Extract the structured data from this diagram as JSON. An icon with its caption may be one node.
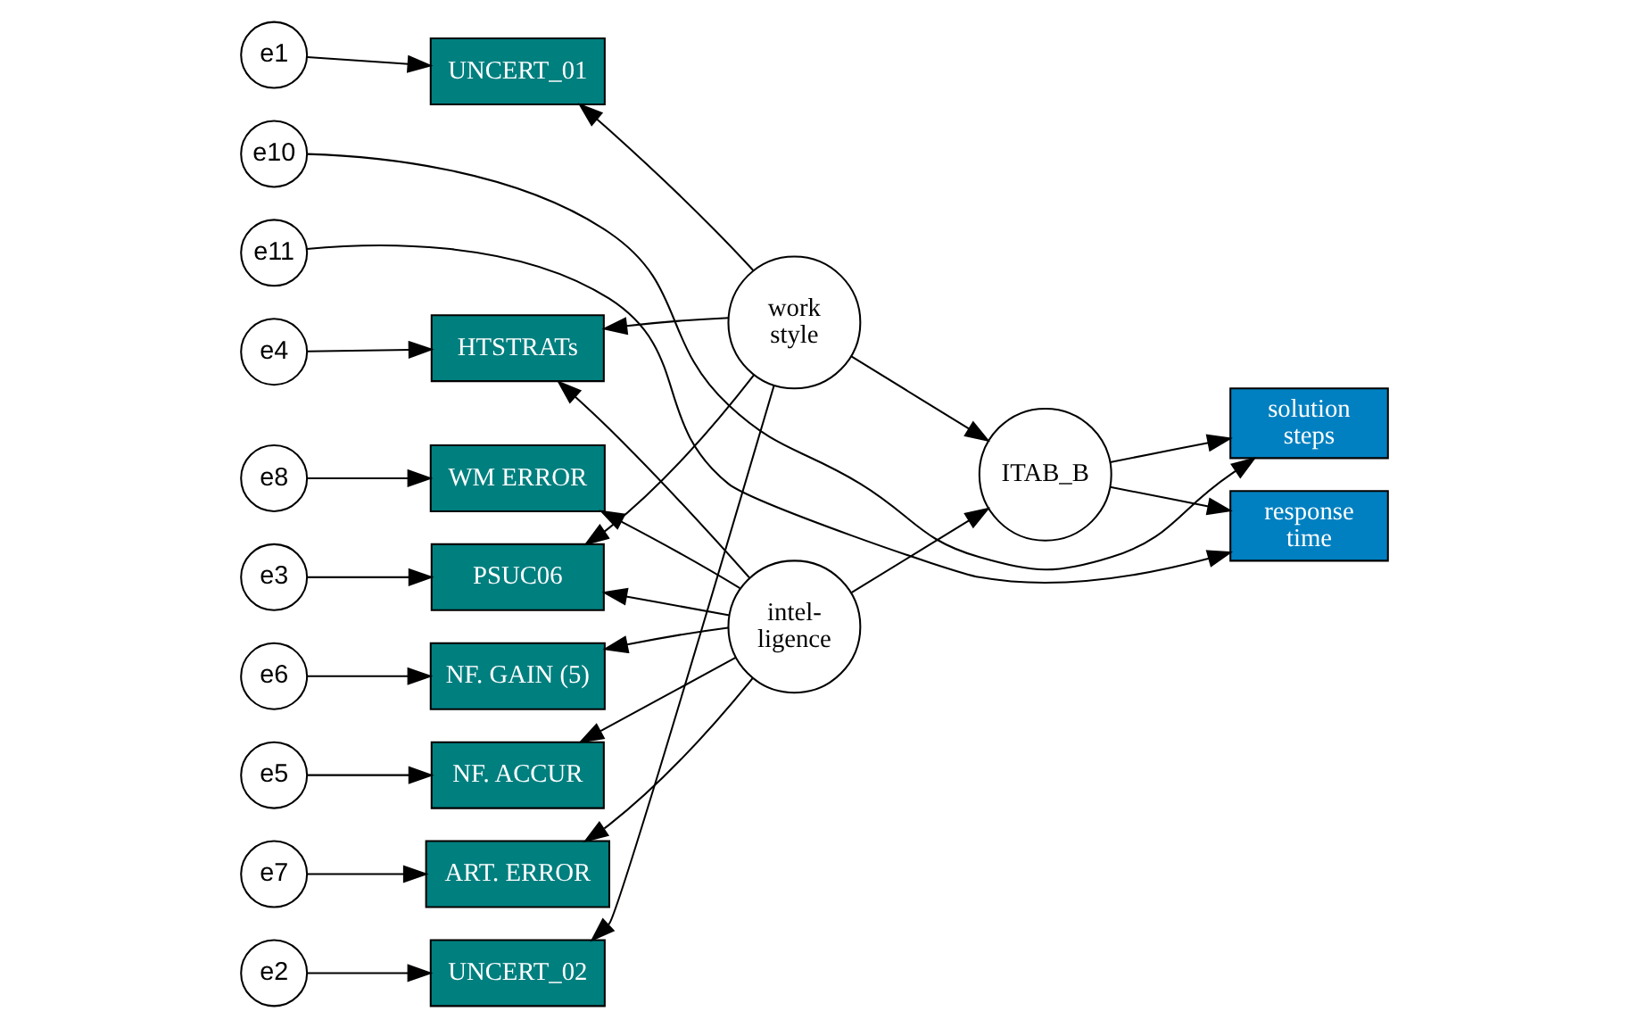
{
  "diagram": {
    "nodes": [
      {
        "text": [
          "e1"
        ]
      },
      {
        "text": [
          "e2"
        ]
      },
      {
        "text": [
          "e3"
        ]
      },
      {
        "text": [
          "e4"
        ]
      },
      {
        "text": [
          "e5"
        ]
      },
      {
        "text": [
          "e6"
        ]
      },
      {
        "text": [
          "e7"
        ]
      },
      {
        "text": [
          "e8"
        ]
      },
      {
        "text": [
          "UNCERT_01"
        ]
      },
      {
        "text": [
          "UNCERT_02"
        ]
      },
      {
        "text": [
          "PSUC06"
        ]
      },
      {
        "text": [
          "HTSTRATs"
        ]
      },
      {
        "text": [
          "NF. ACCUR"
        ]
      },
      {
        "text": [
          "NF. GAIN (5)"
        ]
      },
      {
        "text": [
          "ART. ERROR"
        ]
      },
      {
        "text": [
          "WM ERROR"
        ]
      },
      {
        "text": [
          "work style"
        ]
      },
      {
        "text": [
          "intel- ligence"
        ]
      },
      {
        "text": [
          "ITAB_B"
        ]
      },
      {
        "text": [
          "solution steps"
        ]
      },
      {
        "text": [
          "response time"
        ]
      },
      {
        "text": [
          "e10"
        ]
      },
      {
        "text": [
          "e11"
        ]
      }
    ],
    "edges": [
      {
        "from": 0,
        "to": 8,
        "arrow": "to"
      },
      {
        "from": 1,
        "to": 9,
        "arrow": "to"
      },
      {
        "from": 2,
        "to": 10,
        "arrow": "to"
      },
      {
        "from": 3,
        "to": 11,
        "arrow": "to"
      },
      {
        "from": 4,
        "to": 12,
        "arrow": "to"
      },
      {
        "from": 5,
        "to": 13,
        "arrow": "to"
      },
      {
        "from": 6,
        "to": 14,
        "arrow": "to"
      },
      {
        "from": 7,
        "to": 15,
        "arrow": "to"
      },
      {
        "from": 16,
        "to": 8,
        "arrow": "to"
      },
      {
        "from": 16,
        "to": 9,
        "arrow": "to"
      },
      {
        "from": 16,
        "to": 10,
        "arrow": "to"
      },
      {
        "from": 16,
        "to": 11,
        "arrow": "to"
      },
      {
        "from": 17,
        "to": 10,
        "arrow": "to"
      },
      {
        "from": 17,
        "to": 11,
        "arrow": "to"
      },
      {
        "from": 17,
        "to": 12,
        "arrow": "to"
      },
      {
        "from": 17,
        "to": 13,
        "arrow": "to"
      },
      {
        "from": 17,
        "to": 14,
        "arrow": "to"
      },
      {
        "from": 17,
        "to": 15,
        "arrow": "to"
      },
      {
        "from": 16,
        "to": 18,
        "arrow": "to"
      },
      {
        "from": 17,
        "to": 18,
        "arrow": "to"
      },
      {
        "from": 18,
        "to": 19,
        "arrow": "to"
      },
      {
        "from": 18,
        "to": 20,
        "arrow": "to"
      },
      {
        "from": 21,
        "to": 19,
        "arrow": "to"
      },
      {
        "from": 22,
        "to": 20,
        "arrow": "to"
      }
    ]
  }
}
